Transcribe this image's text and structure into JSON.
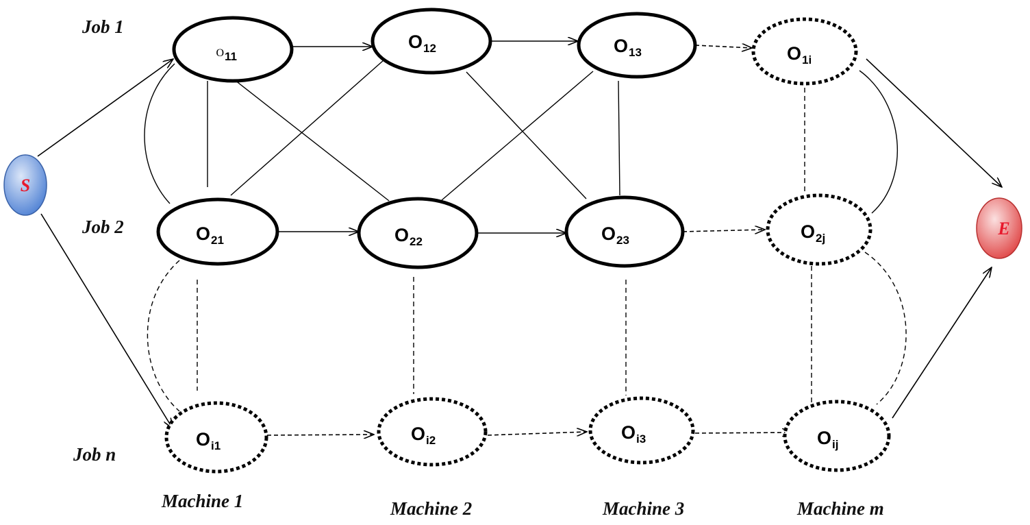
{
  "rows": {
    "job1": "Job 1",
    "job2": "Job 2",
    "jobn": "Job n"
  },
  "columns": {
    "machine1": "Machine 1",
    "machine2": "Machine 2",
    "machine3": "Machine 3",
    "machinem": "Machine m"
  },
  "terminals": {
    "start": {
      "label": "S",
      "fill": "#4f81d4",
      "text_color": "#e8192c"
    },
    "end": {
      "label": "E",
      "fill": "#e04646",
      "text_color": "#e8192c"
    }
  },
  "nodes": {
    "o11": {
      "main": "O",
      "sub": "11"
    },
    "o12": {
      "main": "O",
      "sub": "12"
    },
    "o13": {
      "main": "O",
      "sub": "13"
    },
    "o1i": {
      "main": "O",
      "sub": "1i"
    },
    "o21": {
      "main": "O",
      "sub": "21"
    },
    "o22": {
      "main": "O",
      "sub": "22"
    },
    "o23": {
      "main": "O",
      "sub": "23"
    },
    "o2j": {
      "main": "O",
      "sub": "2j"
    },
    "oi1": {
      "main": "O",
      "sub": "i1"
    },
    "oi2": {
      "main": "O",
      "sub": "i2"
    },
    "oi3": {
      "main": "O",
      "sub": "i3"
    },
    "oij": {
      "main": "O",
      "sub": "ij"
    }
  }
}
